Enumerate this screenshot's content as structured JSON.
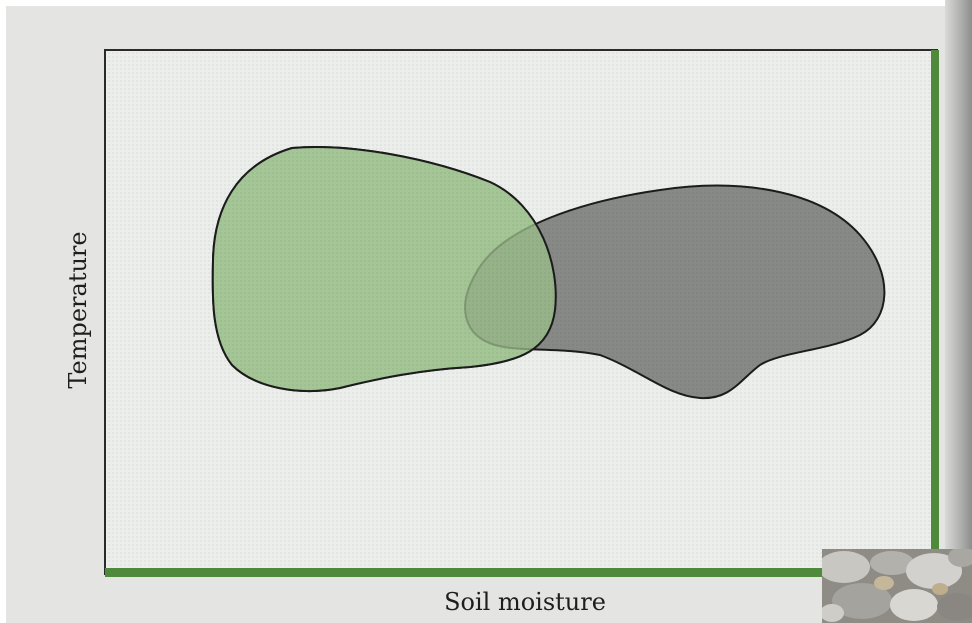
{
  "diagram": {
    "axes": {
      "ylabel": "Temperature",
      "xlabel": "Soil moisture"
    },
    "regions": [
      {
        "fill": "#9fc28f",
        "overlay_opacity": 0.75,
        "outline": "#1c1c1c"
      },
      {
        "fill": "#6d6f6c",
        "overlay_opacity": 0.8,
        "outline": "#1c1c1c"
      }
    ],
    "colors": {
      "paper": "#e4e5e2",
      "axis_line": "#2a2a2a",
      "axis_accent": "#4f8a3c",
      "text": "#1e1e1e"
    }
  },
  "decor": {
    "photo_thumbnail": "gravel-stones-photo"
  }
}
